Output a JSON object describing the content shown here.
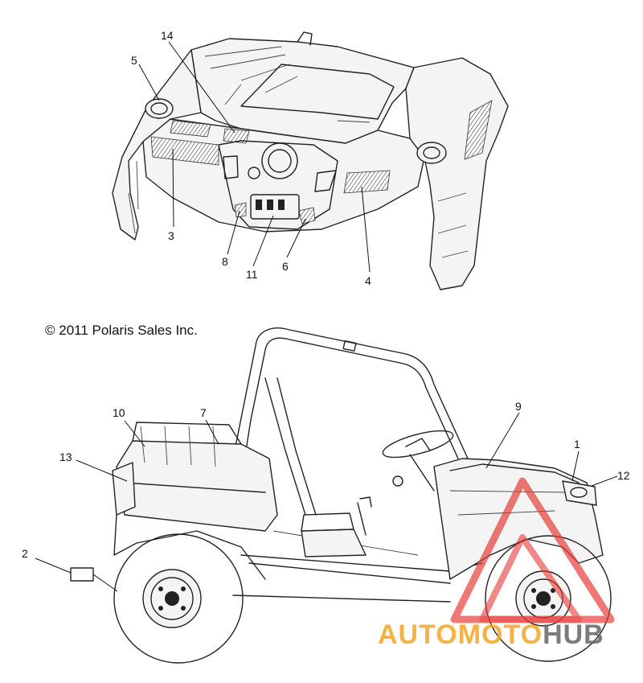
{
  "copyright": "© 2011 Polaris Sales Inc.",
  "callouts": {
    "c1": "1",
    "c2": "2",
    "c3": "3",
    "c4": "4",
    "c5": "5",
    "c6": "6",
    "c7": "7",
    "c8": "8",
    "c9": "9",
    "c10": "10",
    "c11": "11",
    "c12": "12",
    "c13": "13",
    "c14": "14"
  },
  "watermark": {
    "part1": "AUTOMOTO",
    "part2": "HUB",
    "color_primary": "#f5a623",
    "color_secondary": "#666666",
    "logo_color": "#e53935"
  },
  "icons": {
    "watermark_logo": "triangle-logo-icon"
  }
}
